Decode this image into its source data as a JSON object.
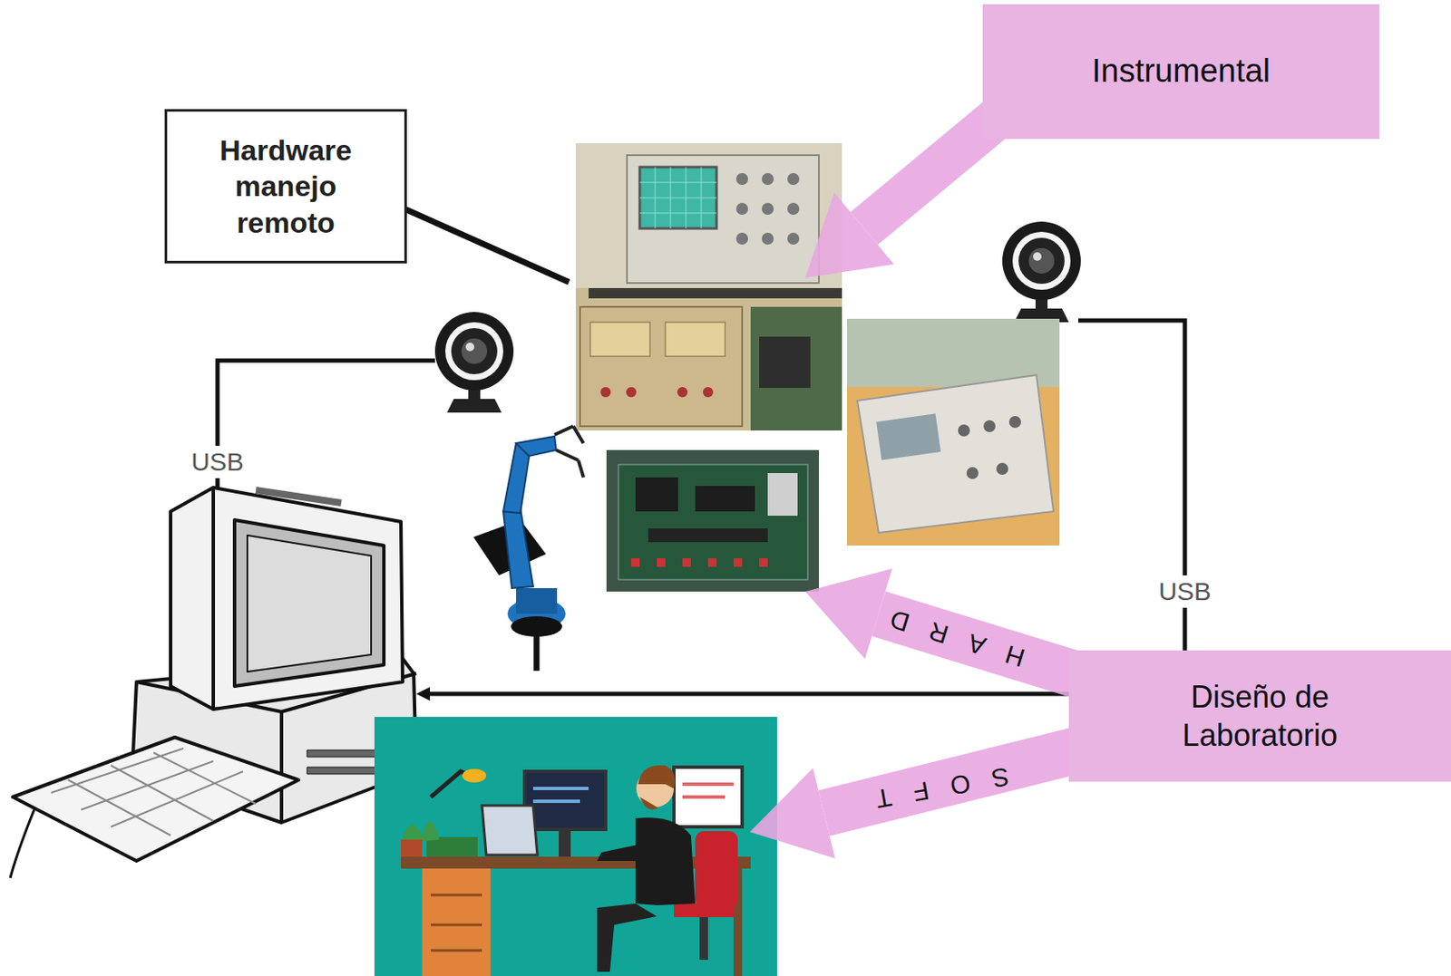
{
  "diagram": {
    "nodes": [
      {
        "text": [
          "Instrumental"
        ]
      },
      {
        "text": [
          "Hardware manejo remoto"
        ]
      },
      {
        "text": [
          "Diseño de Laboratorio"
        ]
      }
    ],
    "labels": [
      "USB",
      "USB",
      "HARD",
      "SOFT"
    ]
  }
}
